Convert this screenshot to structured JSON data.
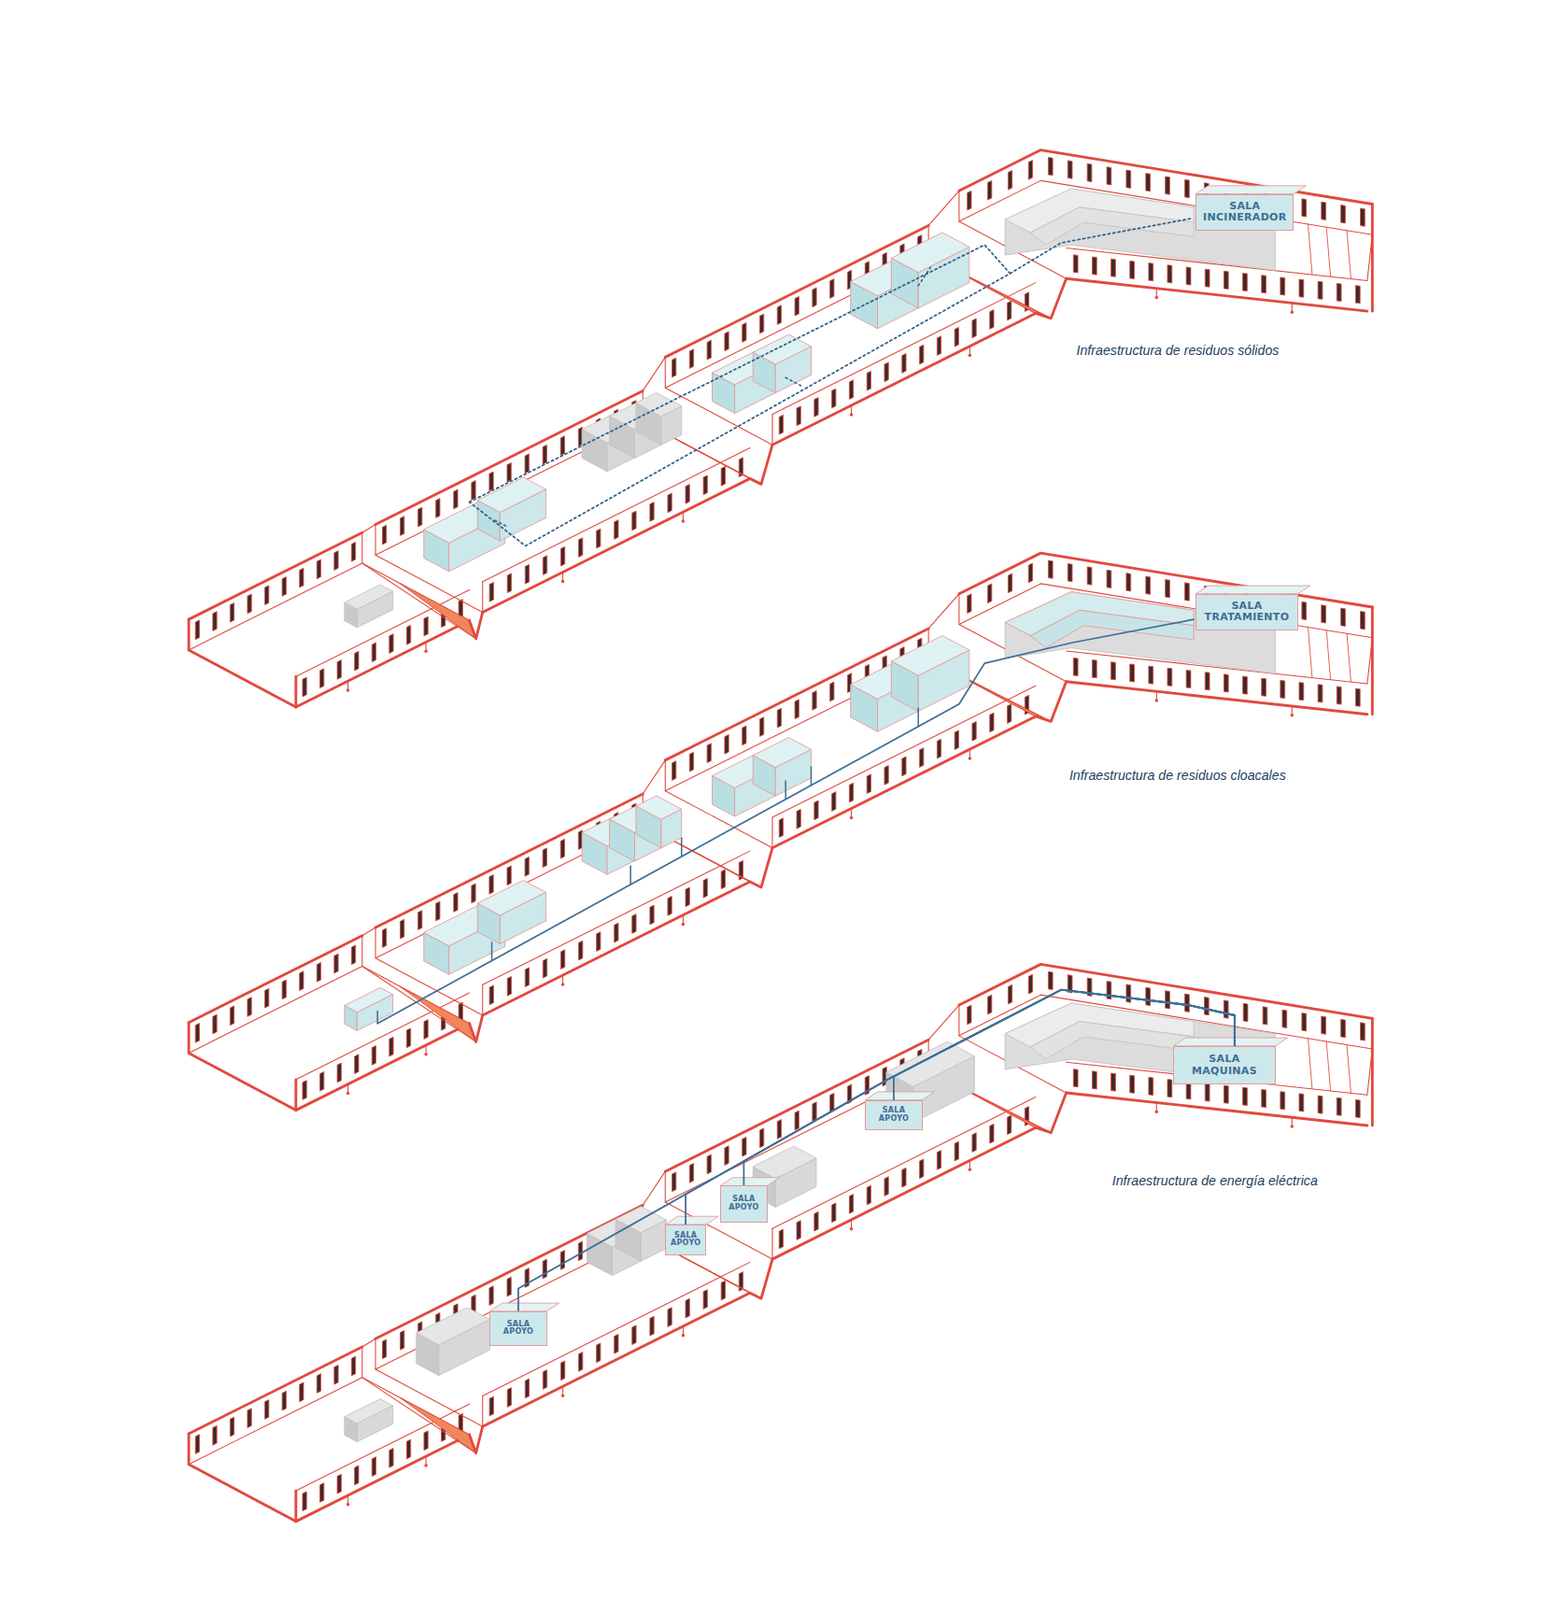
{
  "diagram": {
    "nodes": [
      {
        "text": [
          "SALA INCINERADOR"
        ]
      },
      {
        "text": [
          "SALA TRATAMIENTO"
        ]
      },
      {
        "text": [
          "SALA MAQUINAS"
        ]
      },
      {
        "text": [
          "SALA APOYO"
        ]
      },
      {
        "text": [
          "SALA APOYO"
        ]
      },
      {
        "text": [
          "SALA APOYO"
        ]
      },
      {
        "text": [
          "SALA APOYO"
        ]
      }
    ],
    "edges": [
      {
        "from": 3,
        "to": 2,
        "arrow": "none"
      },
      {
        "from": 4,
        "to": 2,
        "arrow": "none"
      },
      {
        "from": 5,
        "to": 2,
        "arrow": "none"
      },
      {
        "from": 6,
        "to": 2,
        "arrow": "none"
      }
    ],
    "labels": [
      "Infraestructura de residuos sólidos",
      "Infraestructura de residuos cloacales",
      "Infraestructura de energía eléctrica"
    ]
  }
}
